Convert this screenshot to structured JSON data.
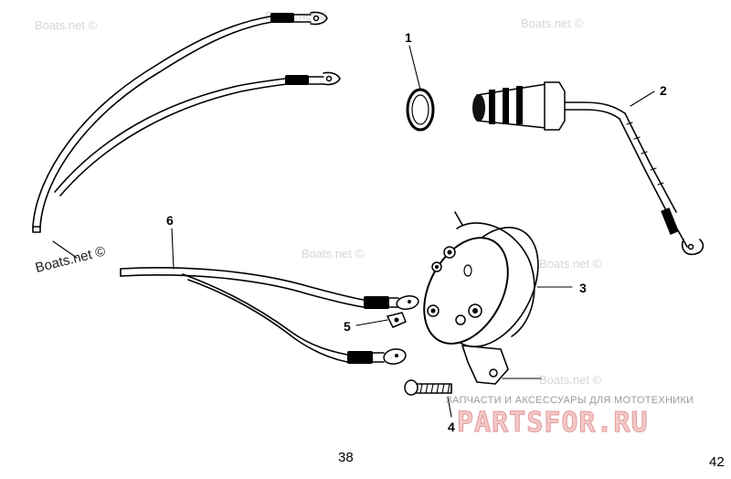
{
  "watermarks": [
    "Boats.net ©",
    "Boats.net ©",
    "Boats.net ©",
    "Boats.net ©",
    "Boats.net ©",
    "Boats.net ©"
  ],
  "watermark_dark": "Boats.net ©",
  "callouts": [
    "1",
    "2",
    "3",
    "4",
    "5",
    "6"
  ],
  "page_numbers": {
    "left": "38",
    "right": "42"
  },
  "promo": {
    "tagline": "ЗАПЧАСТИ И АКСЕССУАРЫ ДЛЯ МОТОТЕХНИКИ",
    "brand": "PARTSFOR.RU",
    "brand_color": "#e8a0a0"
  }
}
